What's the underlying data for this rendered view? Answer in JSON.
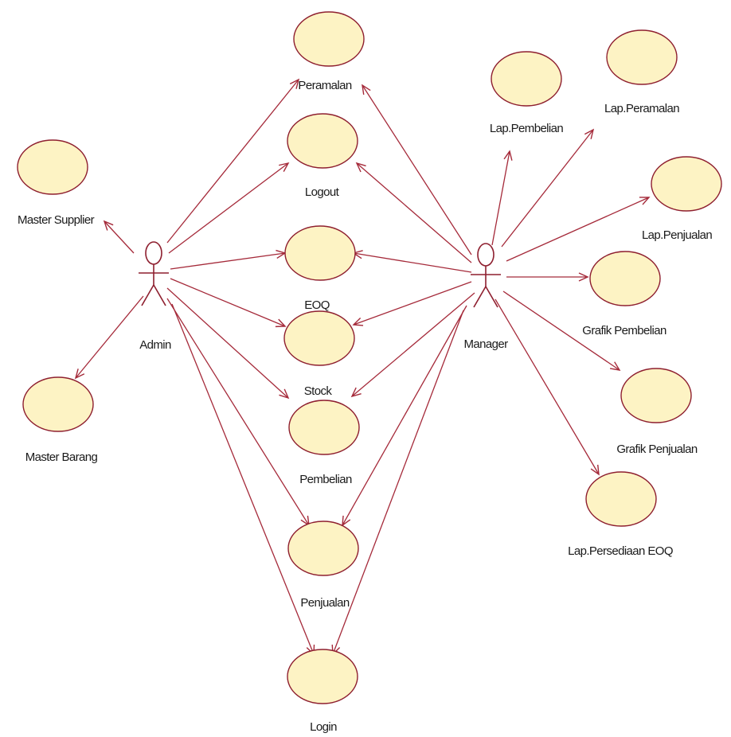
{
  "actors": {
    "admin": "Admin",
    "manager": "Manager"
  },
  "use_cases": {
    "peramalan": "Peramalan",
    "logout": "Logout",
    "eoq": "EOQ",
    "stock": "Stock",
    "pembelian": "Pembelian",
    "penjualan": "Penjualan",
    "login": "Login",
    "master_supplier": "Master Supplier",
    "master_barang": "Master Barang",
    "lap_pembelian": "Lap.Pembelian",
    "lap_peramalan": "Lap.Peramalan",
    "lap_penjualan": "Lap.Penjualan",
    "grafik_pembelian": "Grafik Pembelian",
    "grafik_penjualan": "Grafik Penjualan",
    "lap_persediaan_eoq": "Lap.Persediaan EOQ"
  },
  "colors": {
    "use_case_fill": "#fdf3c4",
    "outline": "#8e1f2f",
    "association": "#a52a3a"
  }
}
